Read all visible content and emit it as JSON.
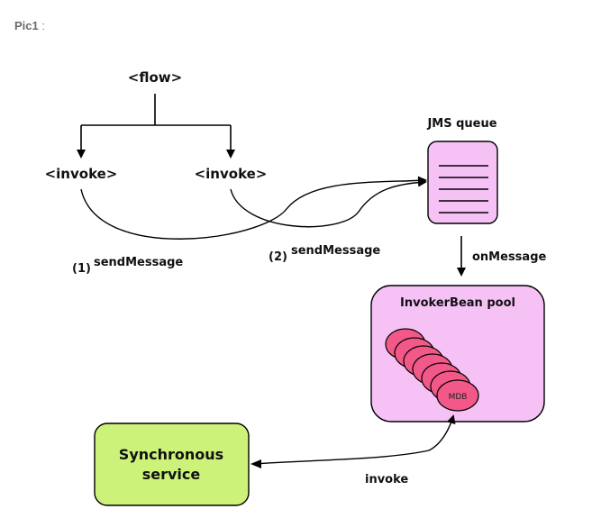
{
  "caption": {
    "title": "Pic1",
    "sep": " :"
  },
  "diagram": {
    "flow_label": "<flow>",
    "invoke_left_label": "<invoke>",
    "invoke_right_label": "<invoke>",
    "jms_queue_label": "JMS queue",
    "send1_num": "(1)",
    "send1_label": "sendMessage",
    "send2_num": "(2)",
    "send2_label": "sendMessage",
    "on_message_label": "onMessage",
    "pool_label": "InvokerBean pool",
    "mdb_label": "MDB",
    "sync_service_line1": "Synchronous",
    "sync_service_line2": "service",
    "invoke_edge_label": "invoke"
  },
  "colors": {
    "queue_fill": "#f6c2f6",
    "pool_fill": "#f6c2f6",
    "mdb_fill": "#f25888",
    "sync_fill": "#ccf27a"
  }
}
